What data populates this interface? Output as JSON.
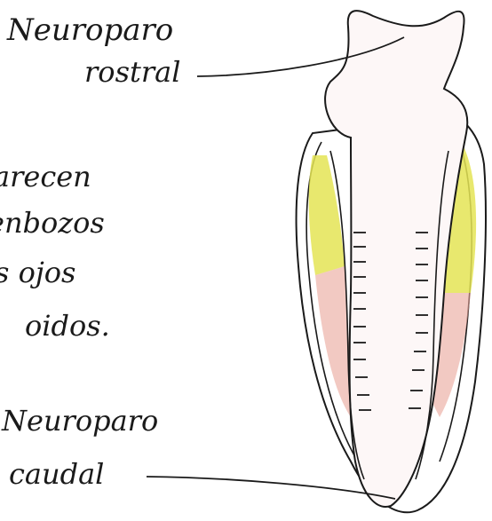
{
  "labels": {
    "rostral": {
      "line1": "Neuroparo",
      "line2": "rostral"
    },
    "left_text": [
      "arecen",
      "enbozos",
      "s ojos",
      "oidos."
    ],
    "caudal": {
      "line1": "Neuroparo",
      "line2": "caudal"
    }
  },
  "colors": {
    "ink": "#1a1a1a",
    "yellow": "#e4e455",
    "pink": "#e9a59a",
    "body_fill": "#fdf7f7"
  }
}
